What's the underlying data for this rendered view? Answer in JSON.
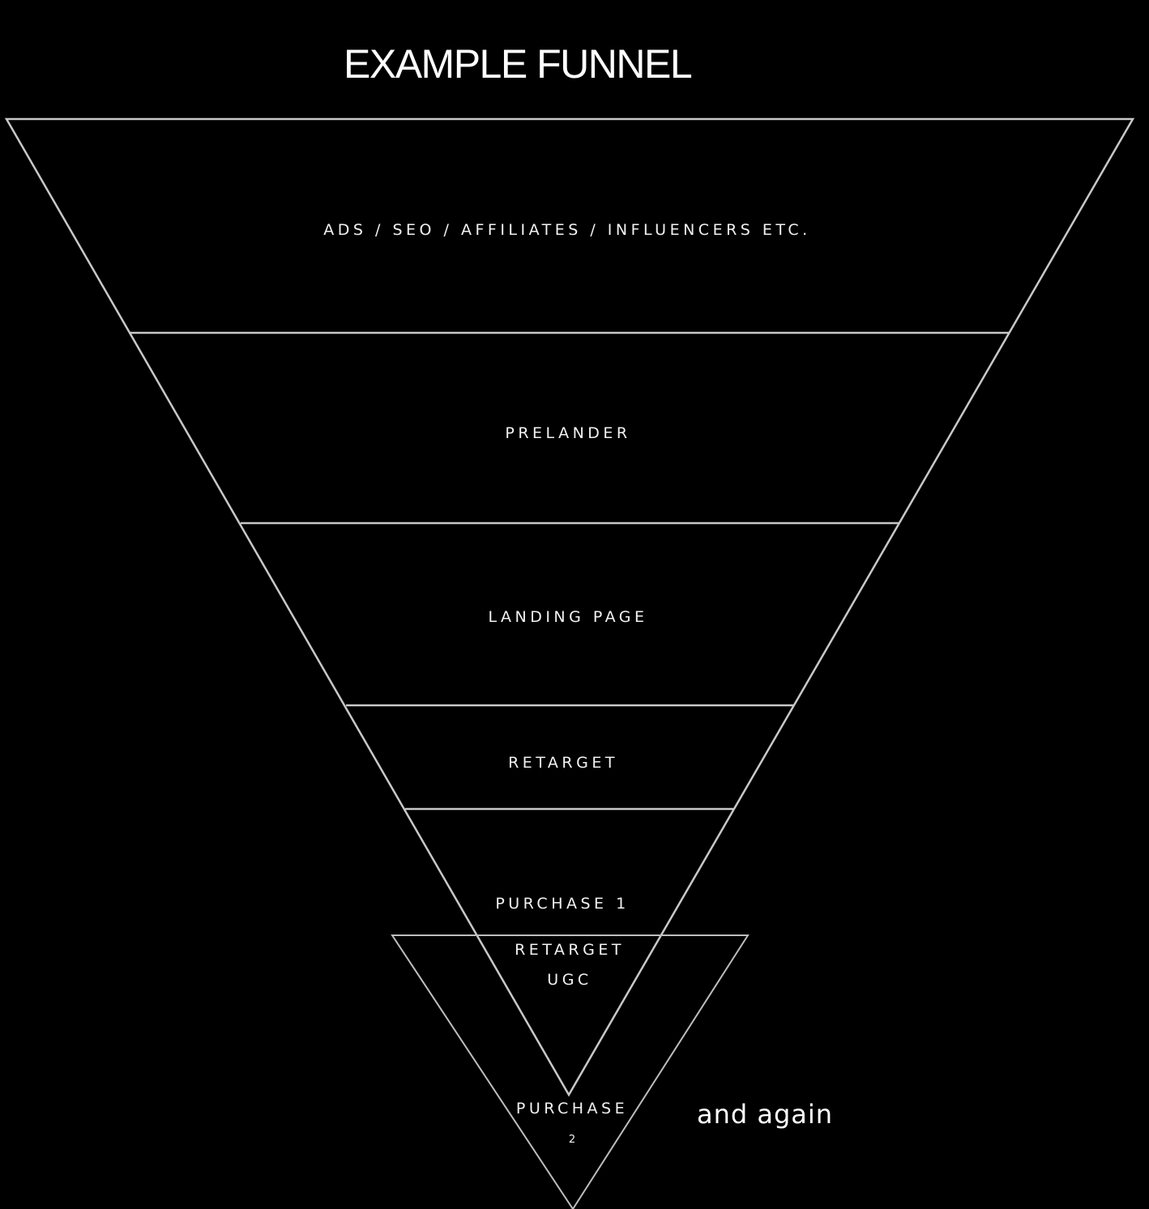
{
  "title": "EXAMPLE FUNNEL",
  "main_funnel": {
    "stages": [
      "ADS / SEO / AFFILIATES / INFLUENCERS ETC.",
      "PRELANDER",
      "LANDING PAGE",
      "RETARGET",
      "PURCHASE 1"
    ]
  },
  "second_funnel": {
    "stage_1": [
      "RETARGET",
      "UGC"
    ],
    "stage_2": [
      "PURCHASE",
      "2"
    ]
  },
  "note": "and again",
  "colors": {
    "background": "#000000",
    "lines": "#c8c8c8",
    "text": "#ffffff"
  }
}
